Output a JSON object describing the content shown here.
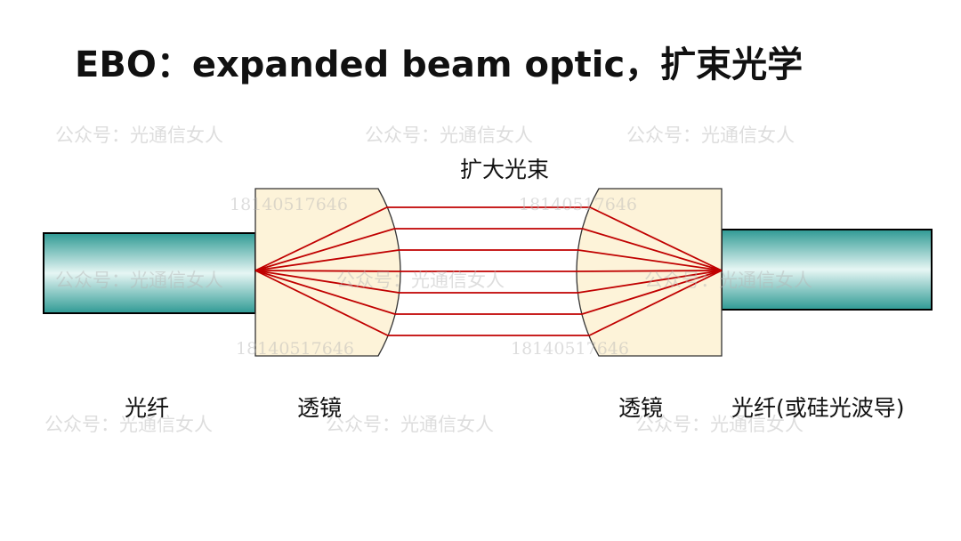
{
  "title": "EBO：expanded beam optic，扩束光学",
  "labels": {
    "beam": "扩大光束",
    "fiber_left": "光纤",
    "lens_left": "透镜",
    "lens_right": "透镜",
    "fiber_right": "光纤(或硅光波导)"
  },
  "watermarks": {
    "account": "公众号：光通信女人",
    "number": "18140517646"
  },
  "colors": {
    "fiber_dark": "#2f9a94",
    "fiber_light": "#e6f6f4",
    "lens_fill": "#fdf3d9",
    "ray": "#c00000"
  }
}
